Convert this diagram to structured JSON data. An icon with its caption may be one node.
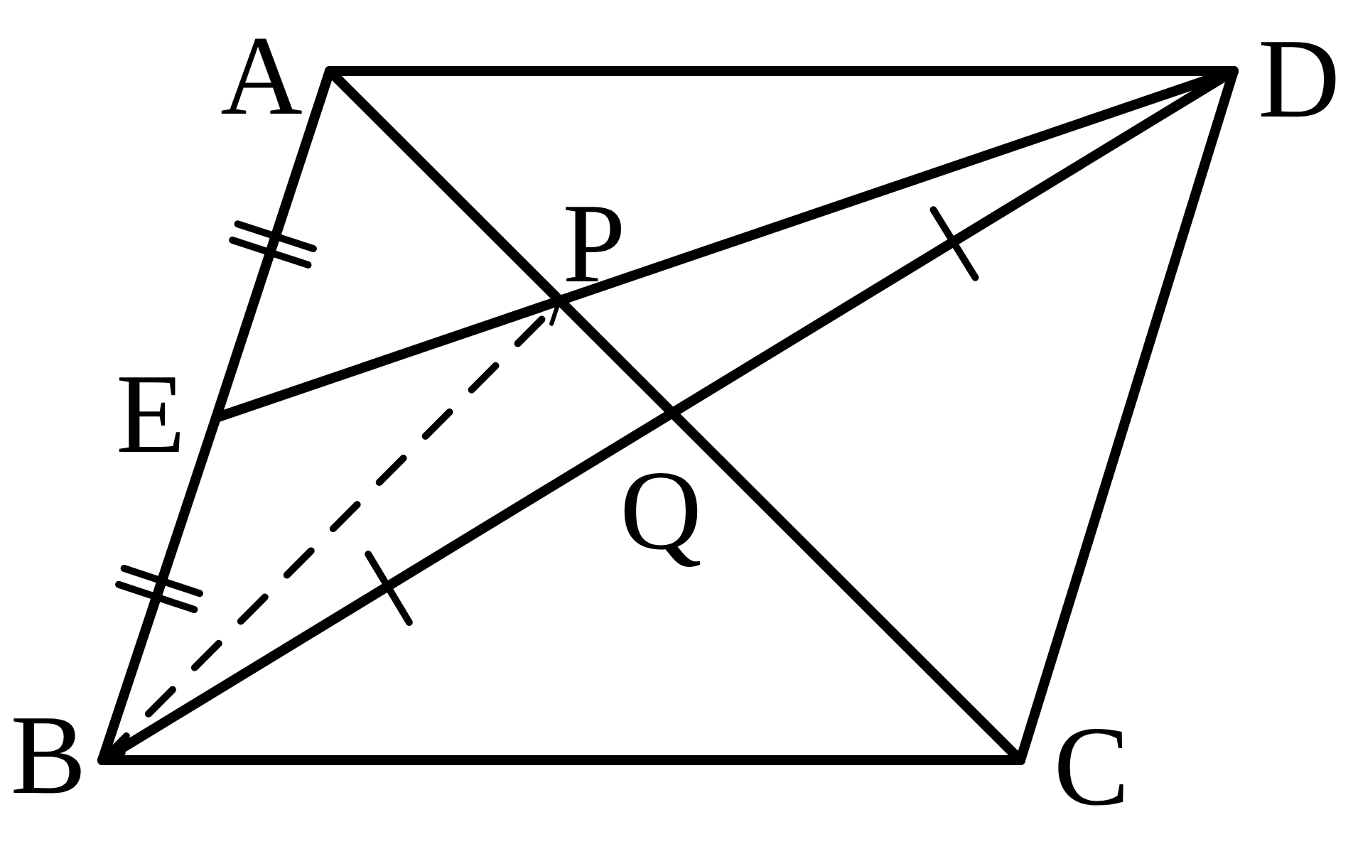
{
  "diagram": {
    "nodes": [
      {
        "text": [
          "A"
        ]
      },
      {
        "text": [
          "D"
        ]
      },
      {
        "text": [
          "P"
        ]
      },
      {
        "text": [
          "E"
        ]
      },
      {
        "text": [
          "Q"
        ]
      },
      {
        "text": [
          "B"
        ]
      },
      {
        "text": [
          "C"
        ]
      }
    ],
    "edges": [
      {
        "from": 0,
        "to": 1,
        "arrow": "none"
      },
      {
        "from": 0,
        "to": 3,
        "arrow": "none"
      },
      {
        "from": 3,
        "to": 5,
        "arrow": "none"
      },
      {
        "from": 5,
        "to": 6,
        "arrow": "none"
      },
      {
        "from": 6,
        "to": 1,
        "arrow": "none"
      },
      {
        "from": 0,
        "to": 6,
        "arrow": "none"
      },
      {
        "from": 5,
        "to": 1,
        "arrow": "none"
      },
      {
        "from": 3,
        "to": 1,
        "arrow": "none"
      },
      {
        "from": 5,
        "to": 2,
        "arrow": "both",
        "style": "dashed"
      }
    ]
  }
}
